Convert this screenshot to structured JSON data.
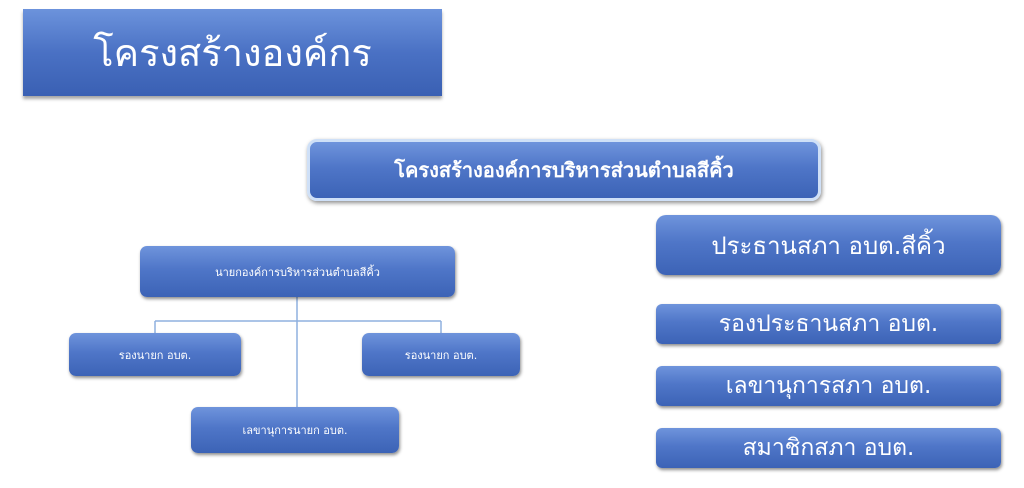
{
  "title": "โครงสร้างองค์กร",
  "main_box": "โครงสร้างองค์การบริหารส่วนตำบลสีคิ้ว",
  "executive": {
    "mayor": "นายกองค์การบริหารส่วนตำบลสีคิ้ว",
    "deputy_left": "รองนายก อบต.",
    "deputy_right": "รองนายก อบต.",
    "secretary": "เลขานุการนายก อบต."
  },
  "council": {
    "chair": "ประธานสภา อบต.สีคิ้ว",
    "vice_chair": "รองประธานสภา อบต.",
    "secretary": "เลขานุการสภา อบต.",
    "members": "สมาชิกสภา อบต."
  },
  "colors": {
    "box_fill": "#4f76c8",
    "connector": "#8fb0df"
  }
}
